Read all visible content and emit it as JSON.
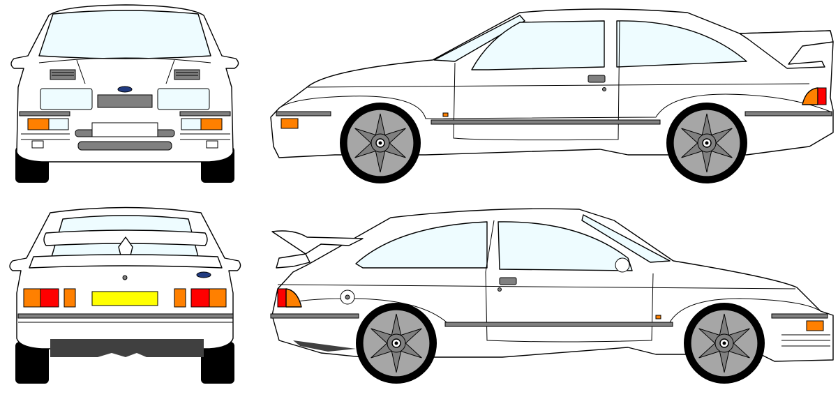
{
  "drawing": {
    "views": [
      {
        "id": "front",
        "label": ""
      },
      {
        "id": "right-side",
        "label": ""
      },
      {
        "id": "rear",
        "label": ""
      },
      {
        "id": "left-side",
        "label": ""
      }
    ]
  },
  "colors": {
    "body": "#ffffff",
    "glass": "#eefcff",
    "trim": "#808080",
    "indicator": "#ff8000",
    "tail_light": "#ff0000",
    "plate_rear": "#ffff00",
    "tyre": "#000000",
    "wheel": "#a6a6a6",
    "badge": "#203a80"
  }
}
